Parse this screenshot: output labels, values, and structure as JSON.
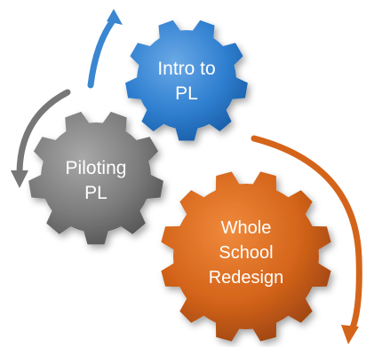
{
  "diagram": {
    "gears": [
      {
        "id": "intro",
        "lines": [
          "Intro to",
          "PL"
        ],
        "color_light": "#6aa9e6",
        "color_mid": "#2f7fd0",
        "color_dark": "#1a5ea8",
        "icon": "blue-gear-icon"
      },
      {
        "id": "piloting",
        "lines": [
          "Piloting",
          "PL"
        ],
        "color_light": "#a8a8a8",
        "color_mid": "#7c7c7c",
        "color_dark": "#555555",
        "icon": "gray-gear-icon"
      },
      {
        "id": "whole-school",
        "lines": [
          "Whole",
          "School",
          "Redesign"
        ],
        "color_light": "#f08a3c",
        "color_mid": "#d4641a",
        "color_dark": "#9e4510",
        "icon": "orange-gear-icon"
      }
    ],
    "arrows": [
      {
        "id": "blue-arrow",
        "color": "#3a86d0",
        "icon": "curved-arrow-icon"
      },
      {
        "id": "gray-arrow",
        "color": "#777777",
        "icon": "curved-arrow-icon"
      },
      {
        "id": "orange-arrow",
        "color": "#d4641a",
        "icon": "curved-arrow-icon"
      }
    ]
  }
}
